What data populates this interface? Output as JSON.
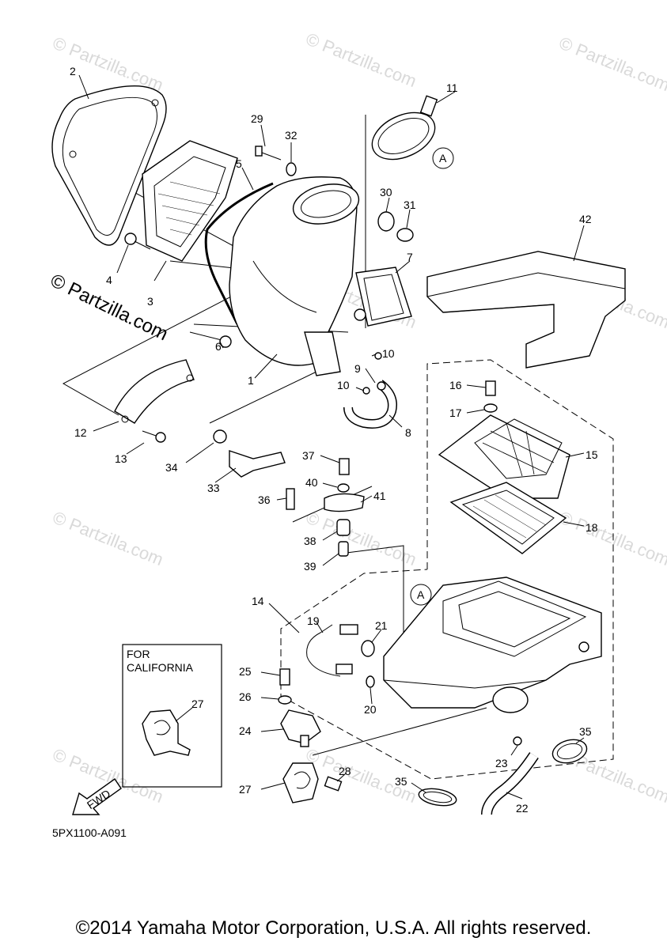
{
  "watermarks": [
    "© Partzilla.com",
    "© Partzilla.com",
    "© Partzilla.com",
    "© Partzilla.com",
    "© Partzilla.com",
    "© Partzilla.com",
    "© Partzilla.com",
    "© Partzilla.com",
    "© Partzilla.com",
    "© Partzilla.com",
    "© Partzilla.com"
  ],
  "main_watermark": "© Partzilla.com",
  "callouts": {
    "p1": "1",
    "p2": "2",
    "p3": "3",
    "p4": "4",
    "p5": "5",
    "p6": "6",
    "p7": "7",
    "p8": "8",
    "p9": "9",
    "p10a": "10",
    "p10b": "10",
    "p11": "11",
    "p12": "12",
    "p13": "13",
    "p14": "14",
    "p15": "15",
    "p16": "16",
    "p17": "17",
    "p18": "18",
    "p19": "19",
    "p20": "20",
    "p21": "21",
    "p22": "22",
    "p23": "23",
    "p24": "24",
    "p25": "25",
    "p26": "26",
    "p27a": "27",
    "p27b": "27",
    "p28": "28",
    "p29": "29",
    "p30": "30",
    "p31": "31",
    "p32": "32",
    "p33": "33",
    "p34": "34",
    "p35a": "35",
    "p35b": "35",
    "p36": "36",
    "p37": "37",
    "p38": "38",
    "p39": "39",
    "p40": "40",
    "p41": "41",
    "p42": "42"
  },
  "markers": {
    "a1": "A",
    "a2": "A"
  },
  "california_box": {
    "line1": "FOR",
    "line2": "CALIFORNIA"
  },
  "fwd_label": "FWD",
  "diagram_code": "5PX1100-A091",
  "footer": "©2014 Yamaha Motor Corporation, U.S.A. All rights reserved."
}
